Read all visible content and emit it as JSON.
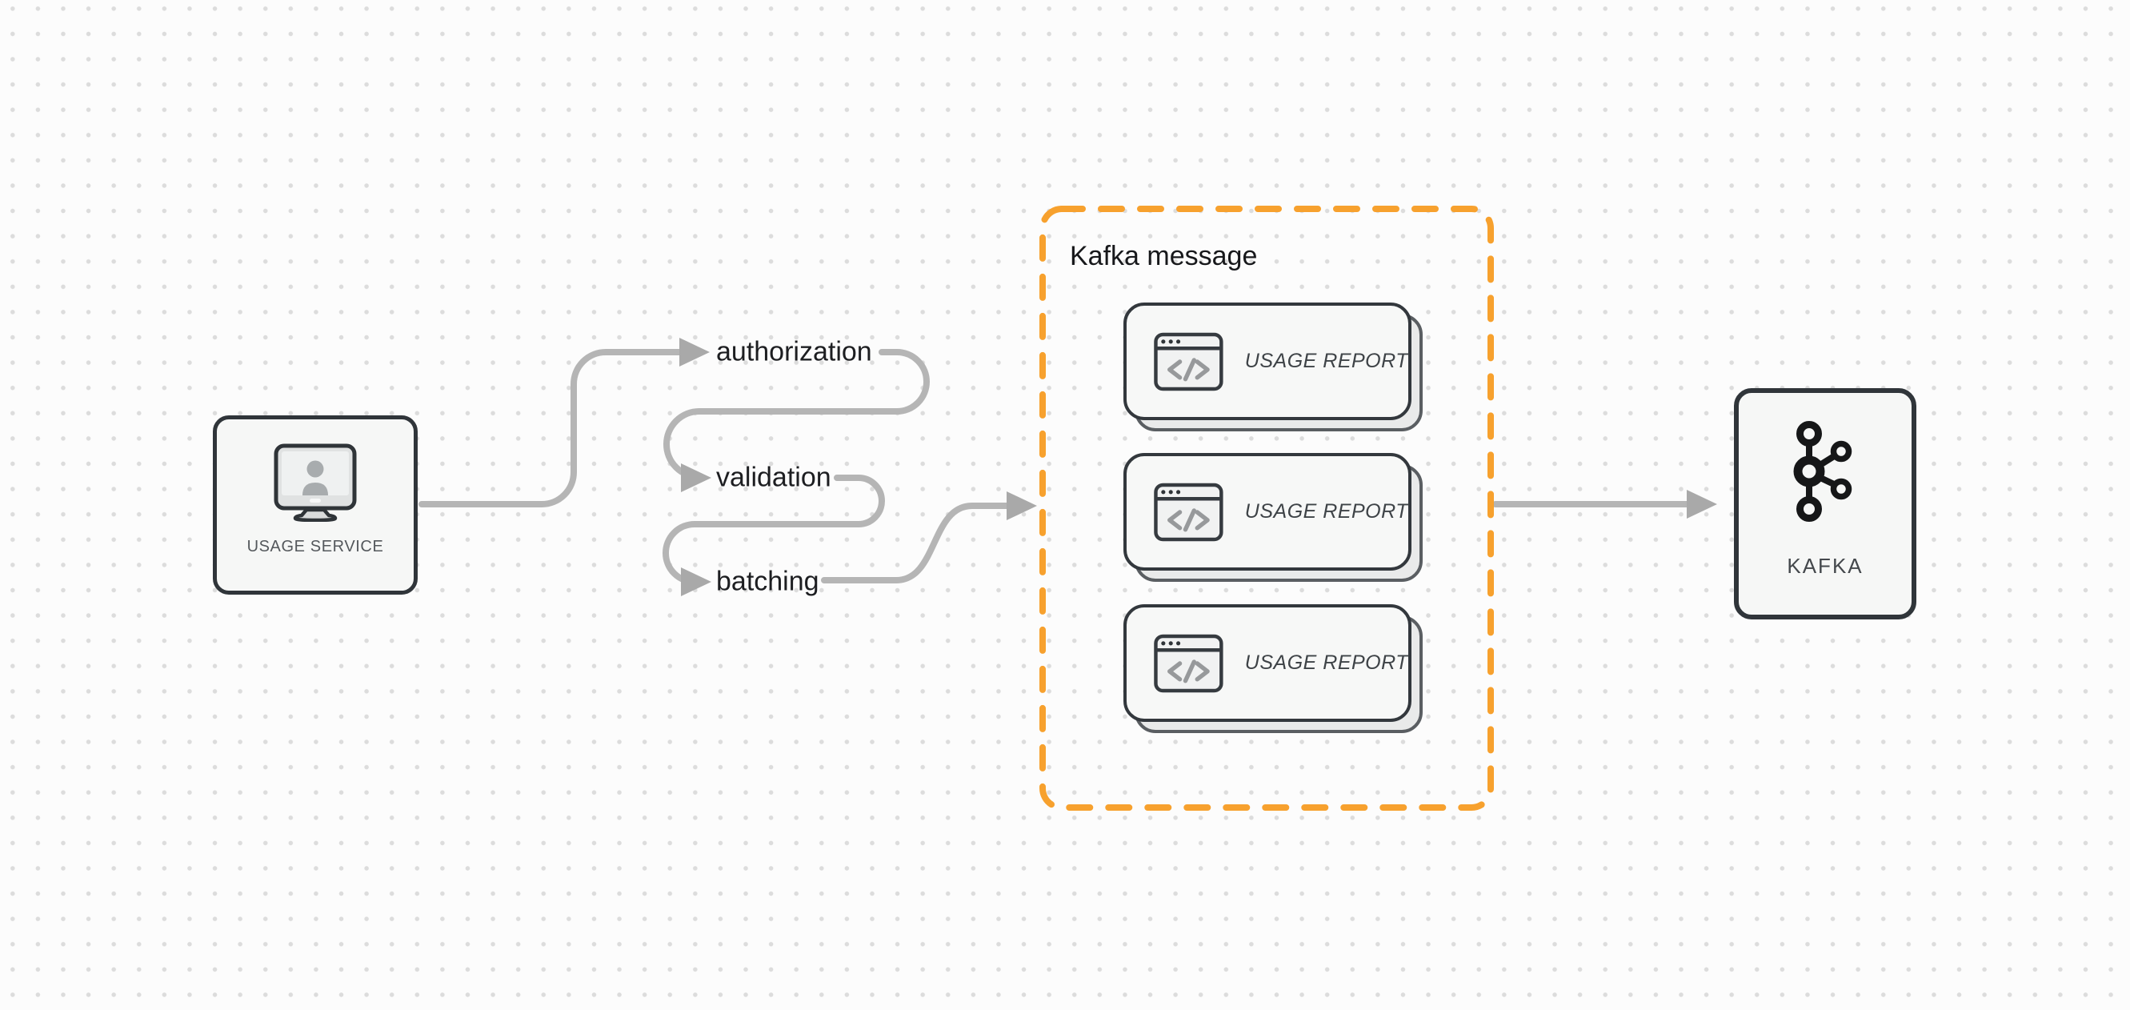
{
  "diagram": {
    "background": {
      "canvas_color": "#fcfcfc",
      "dot_color": "#dcdcdc"
    },
    "source_node": {
      "label": "USAGE SERVICE",
      "icon": "monitor-user-icon"
    },
    "steps": [
      {
        "label": "authorization"
      },
      {
        "label": "validation"
      },
      {
        "label": "batching"
      }
    ],
    "kafka_message_group": {
      "title": "Kafka message",
      "border_color": "#f7a12e",
      "cards": [
        {
          "label": "USAGE REPORT",
          "icon": "code-window-icon"
        },
        {
          "label": "USAGE REPORT",
          "icon": "code-window-icon"
        },
        {
          "label": "USAGE REPORT",
          "icon": "code-window-icon"
        }
      ]
    },
    "target_node": {
      "label": "KAFKA",
      "icon": "kafka-logo-icon"
    },
    "connectors": {
      "line_color": "#b5b5b5",
      "arrowhead_color": "#a9a9a9",
      "node_border_color": "#30353a",
      "node_background": "#f6f7f6"
    }
  }
}
